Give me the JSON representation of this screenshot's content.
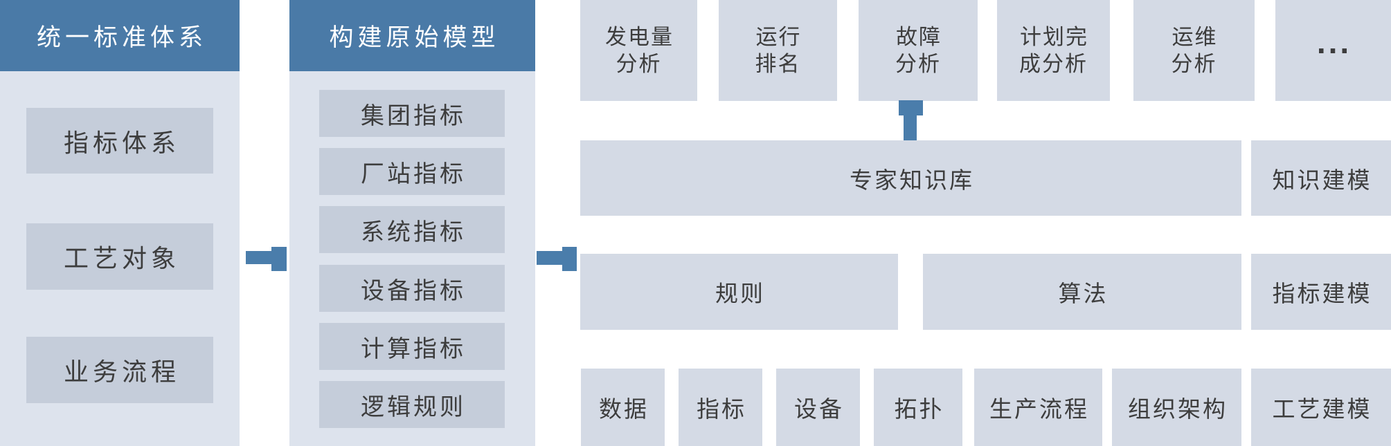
{
  "palette": {
    "header_blue": "#4a7aa7",
    "arrow_blue": "#4a7dab",
    "panel_bg": "#dde3ed",
    "panel_item_bg": "#c5cdda",
    "tile_bg": "#d4dae5",
    "text_dark": "#3d3d3d",
    "header_text": "#ffffff"
  },
  "standard_system": {
    "header": "统一标准体系",
    "items": [
      "指标体系",
      "工艺对象",
      "业务流程"
    ]
  },
  "original_model": {
    "header": "构建原始模型",
    "items": [
      "集团指标",
      "厂站指标",
      "系统指标",
      "设备指标",
      "计算指标",
      "逻辑规则"
    ]
  },
  "analysis_row": {
    "items": [
      "发电量\n分析",
      "运行\n排名",
      "故障\n分析",
      "计划完\n成分析",
      "运维\n分析",
      "..."
    ]
  },
  "knowledge_row": {
    "main": "专家知识库",
    "side": "知识建模"
  },
  "rules_row": {
    "rule": "规则",
    "algorithm": "算法",
    "side": "指标建模"
  },
  "model_row": {
    "items": [
      "数据",
      "指标",
      "设备",
      "拓扑",
      "生产流程",
      "组织架构"
    ],
    "side": "工艺建模"
  }
}
